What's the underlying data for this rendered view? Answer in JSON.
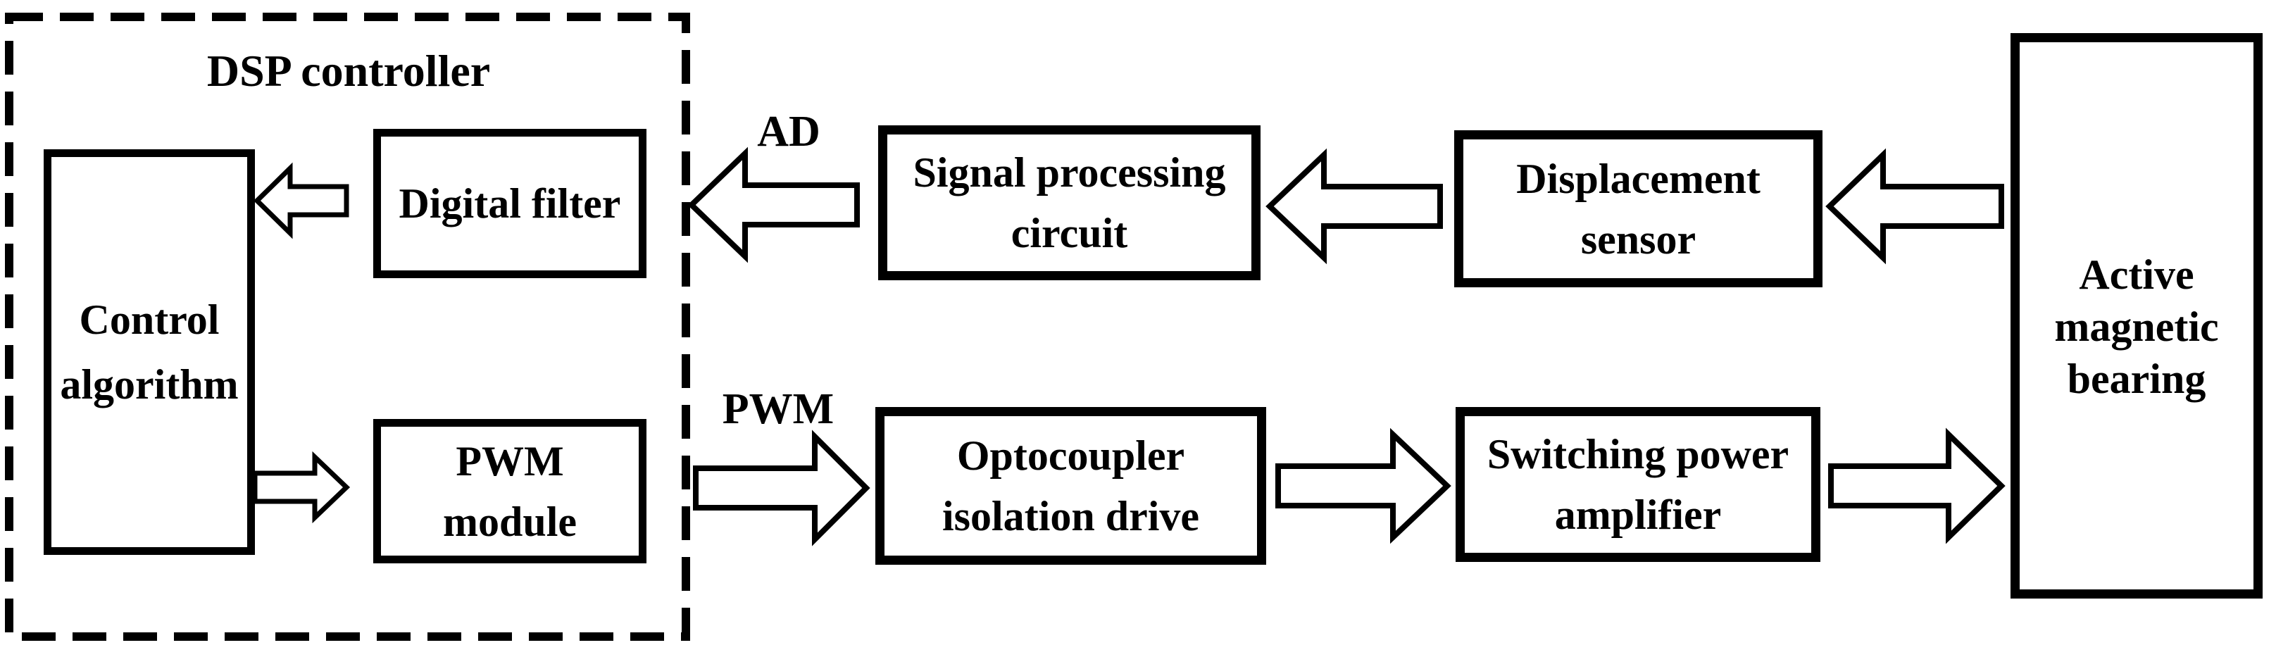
{
  "diagram": {
    "title": "DSP controller",
    "nodes": {
      "control_algorithm": {
        "lines": [
          "Control",
          "algorithm"
        ]
      },
      "digital_filter": {
        "lines": [
          "Digital filter"
        ]
      },
      "pwm_module": {
        "lines": [
          "PWM",
          "module"
        ]
      },
      "signal_processing": {
        "lines": [
          "Signal processing",
          "circuit"
        ]
      },
      "displacement_sensor": {
        "lines": [
          "Displacement",
          "sensor"
        ]
      },
      "optocoupler_drive": {
        "lines": [
          "Optocoupler",
          "isolation drive"
        ]
      },
      "switching_amplifier": {
        "lines": [
          "Switching power",
          "amplifier"
        ]
      },
      "magnetic_bearing": {
        "lines": [
          "Active",
          "magnetic",
          "bearing"
        ]
      }
    },
    "labels": {
      "ad": "AD",
      "pwm": "PWM"
    },
    "arrows": [
      {
        "from": "magnetic_bearing",
        "to": "displacement_sensor",
        "direction": "left",
        "label": ""
      },
      {
        "from": "displacement_sensor",
        "to": "signal_processing",
        "direction": "left",
        "label": ""
      },
      {
        "from": "signal_processing",
        "to": "digital_filter",
        "direction": "left",
        "label": "AD"
      },
      {
        "from": "digital_filter",
        "to": "control_algorithm",
        "direction": "left",
        "label": ""
      },
      {
        "from": "control_algorithm",
        "to": "pwm_module",
        "direction": "right",
        "label": ""
      },
      {
        "from": "pwm_module",
        "to": "optocoupler_drive",
        "direction": "right",
        "label": "PWM"
      },
      {
        "from": "optocoupler_drive",
        "to": "switching_amplifier",
        "direction": "right",
        "label": ""
      },
      {
        "from": "switching_amplifier",
        "to": "magnetic_bearing",
        "direction": "right",
        "label": ""
      }
    ],
    "colors": {
      "stroke": "#000000",
      "fill": "#ffffff"
    }
  }
}
